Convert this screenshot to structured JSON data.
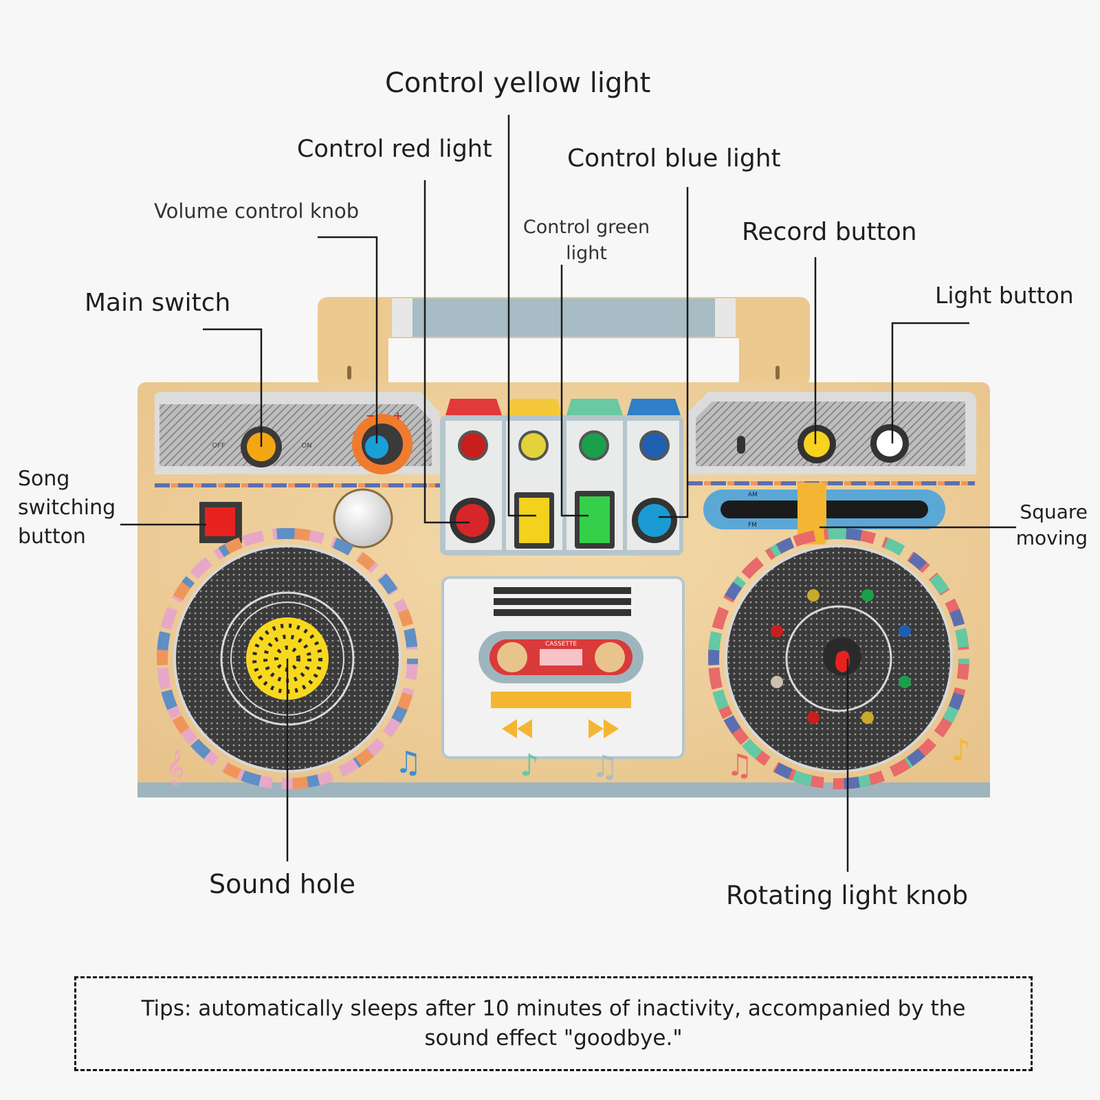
{
  "labels": {
    "main_switch": "Main switch",
    "volume_control_knob": "Volume control knob",
    "control_red_light": "Control red light",
    "control_yellow_light": "Control yellow light",
    "control_green_light": "Control green light",
    "control_blue_light": "Control blue light",
    "record_button": "Record button",
    "light_button": "Light button",
    "song_switching_button": "Song switching button",
    "square_moving": "Square moving",
    "sound_hole": "Sound hole",
    "rotating_light_knob": "Rotating light knob"
  },
  "panel_markings": {
    "switch_off": "OFF",
    "switch_on": "ON",
    "tuner_am": "AM",
    "tuner_fm": "FM",
    "cassette_label": "CASSETTE"
  },
  "tips": "Tips: automatically sleeps after 10 minutes of inactivity, accompanied by the sound effect \"goodbye.\"",
  "colors": {
    "wood": "#eecf9c",
    "handle_stripe": "#a7bcc4",
    "speaker_grille": "#3a3a3a",
    "led_red": "#c81e1e",
    "led_yellow": "#f2d21c",
    "led_green": "#1aa04a",
    "led_blue": "#1f5fb0",
    "slider_yellow": "#f4b632"
  }
}
